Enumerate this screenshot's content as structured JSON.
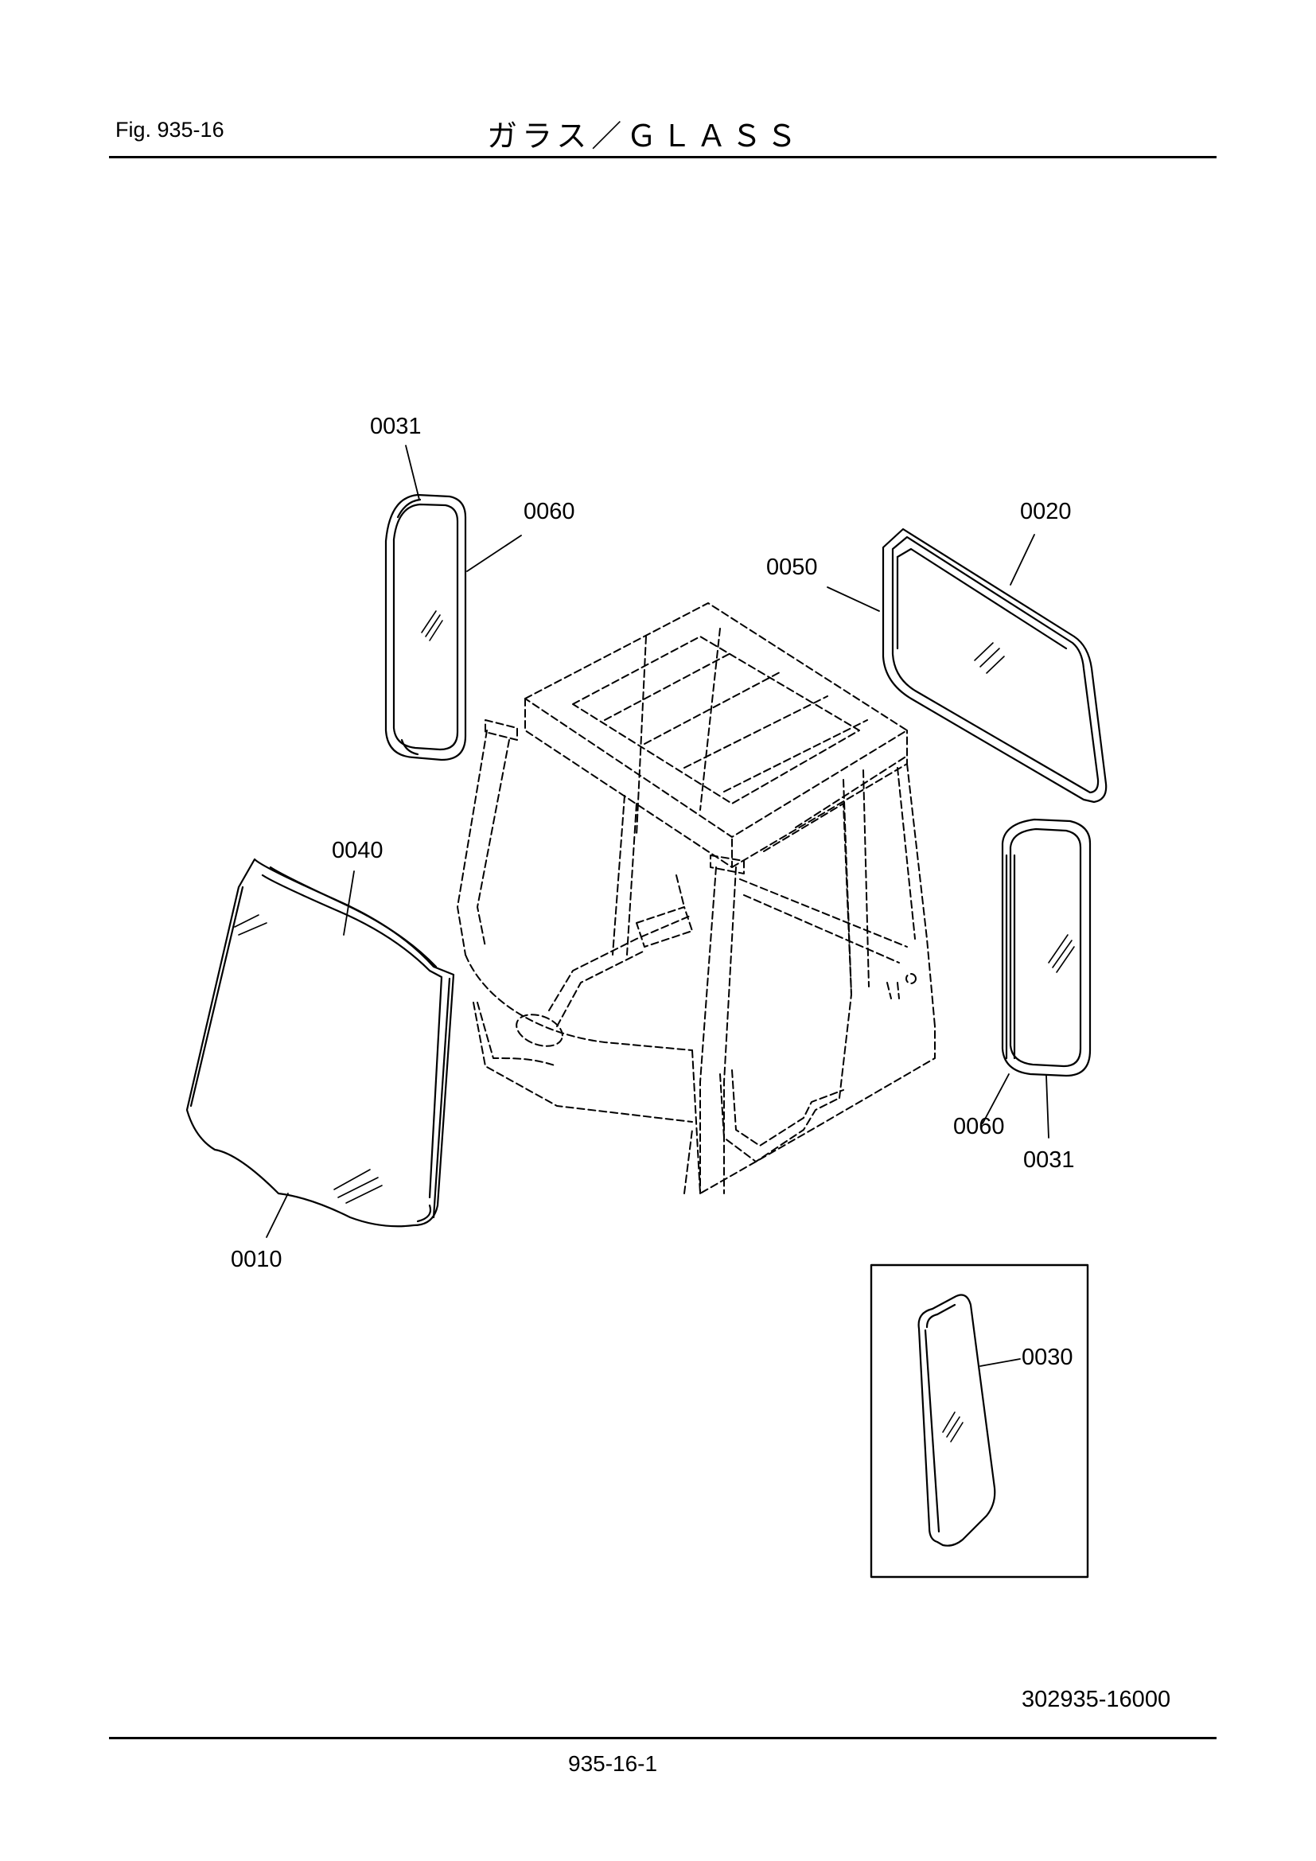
{
  "header": {
    "fig_label": "Fig.  935-16",
    "title": "ガラス／ＧＬＡＳＳ"
  },
  "callouts": [
    {
      "id": "c1",
      "label": "0031"
    },
    {
      "id": "c2",
      "label": "0060"
    },
    {
      "id": "c3",
      "label": "0050"
    },
    {
      "id": "c4",
      "label": "0020"
    },
    {
      "id": "c5",
      "label": "0040"
    },
    {
      "id": "c6",
      "label": "0060"
    },
    {
      "id": "c7",
      "label": "0031"
    },
    {
      "id": "c8",
      "label": "0010"
    },
    {
      "id": "c9",
      "label": "0030"
    }
  ],
  "footer": {
    "drawing_number": "302935-16000",
    "page_number": "935-16-1"
  }
}
